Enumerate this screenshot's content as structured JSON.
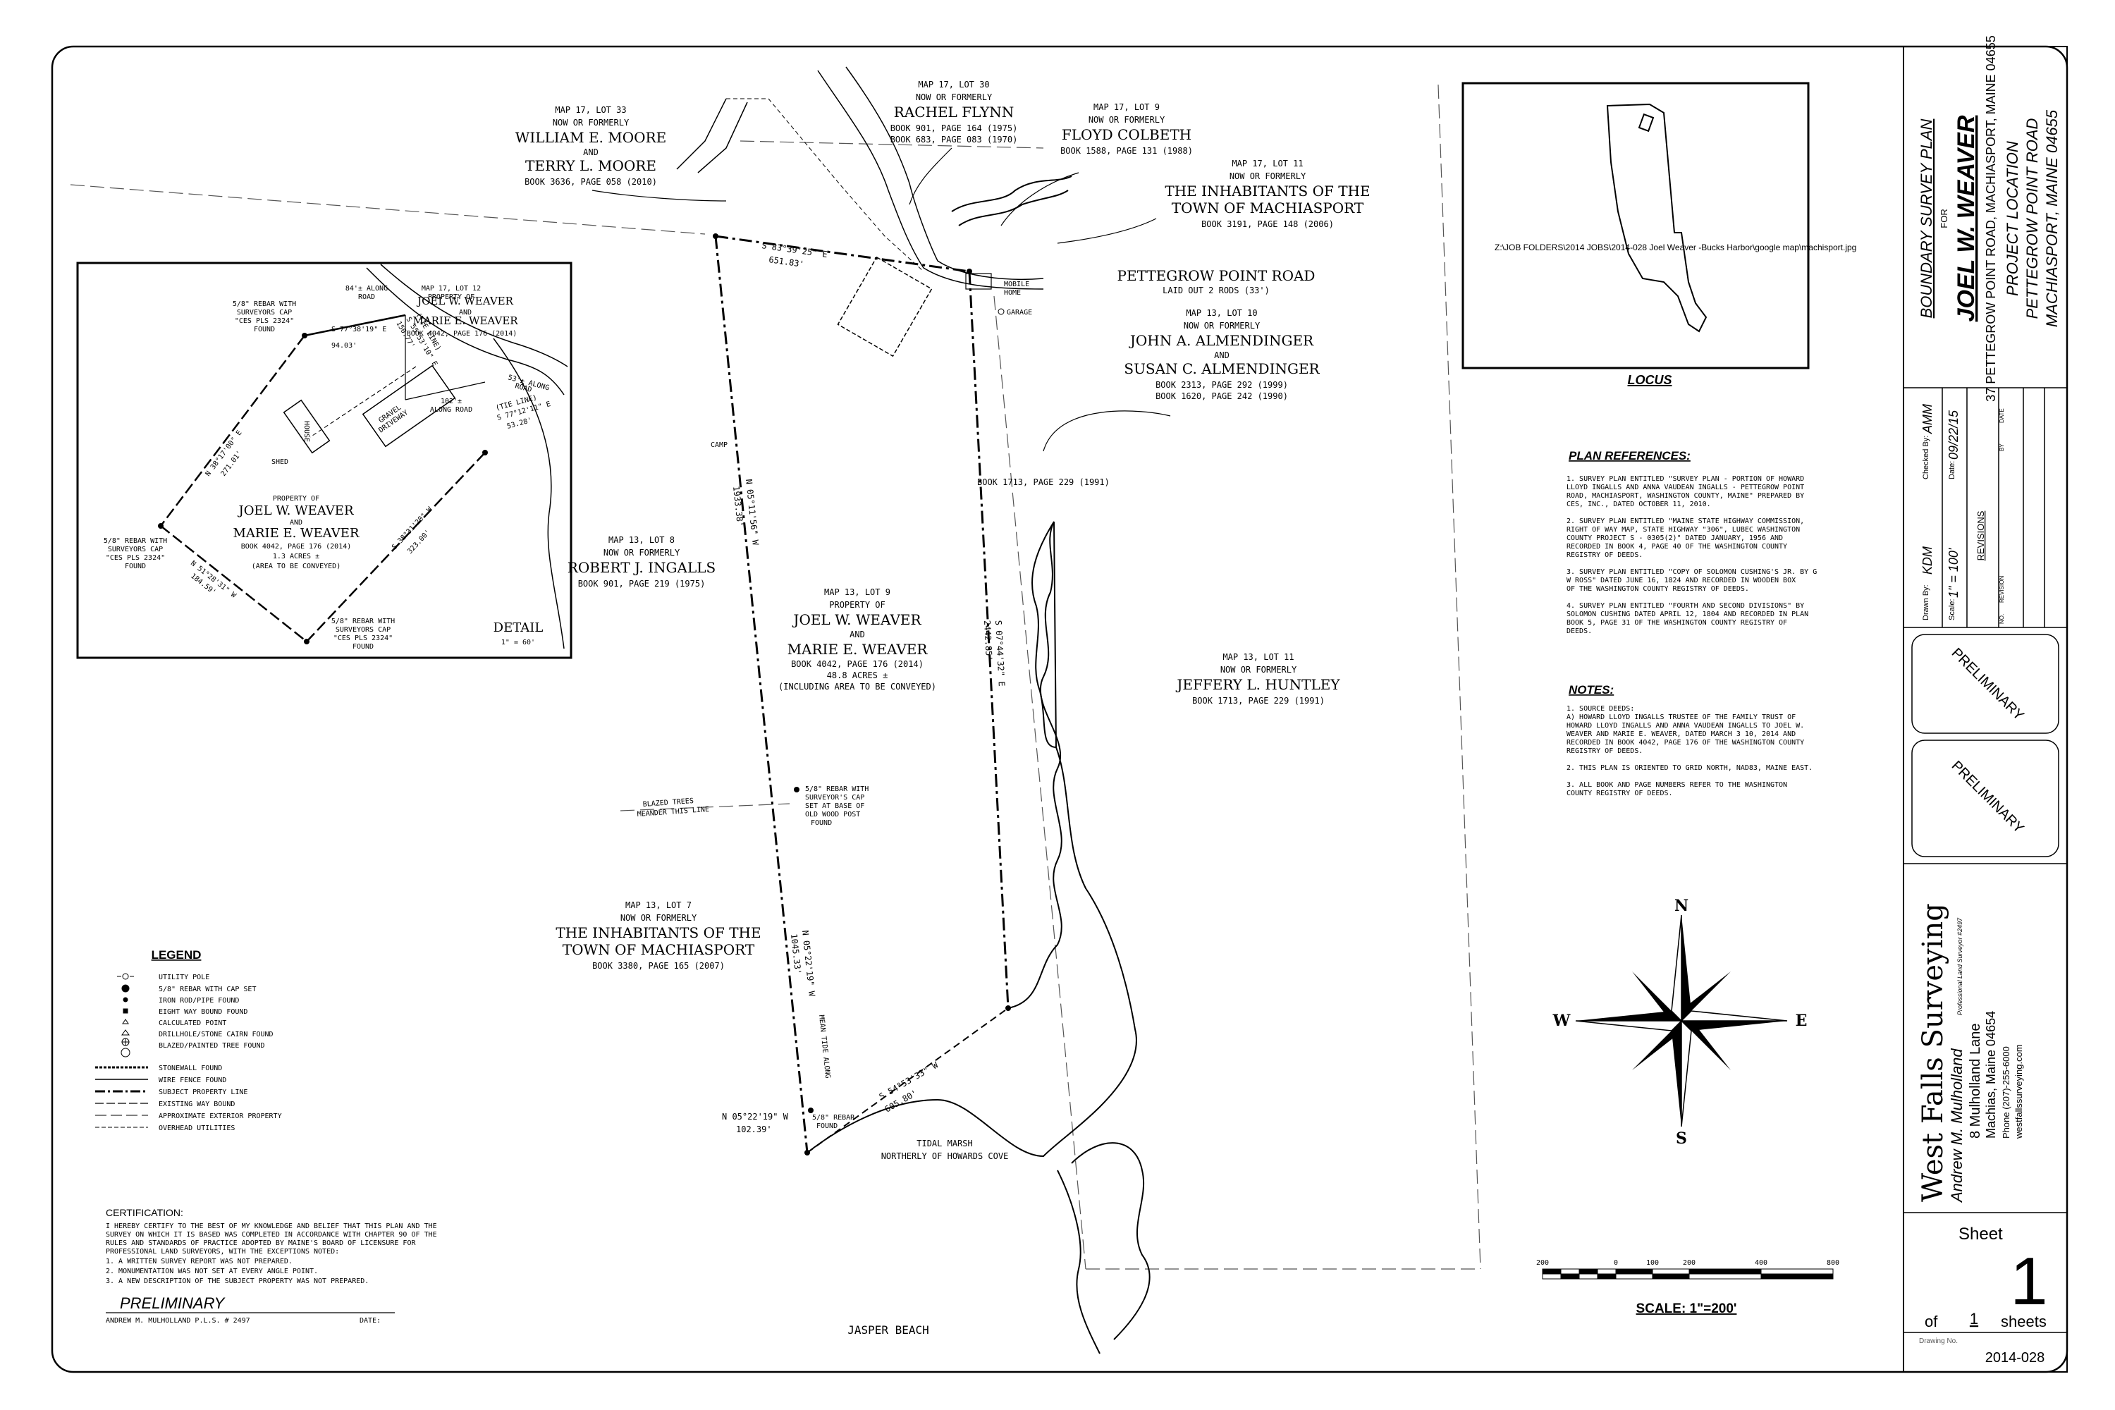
{
  "owners": {
    "moore": {
      "lot": "MAP 17, LOT 33",
      "nof": "NOW OR FORMERLY",
      "name1": "WILLIAM E. MOORE",
      "and": "AND",
      "name2": "TERRY L. MOORE",
      "book": "BOOK 3636, PAGE 058 (2010)"
    },
    "flynn": {
      "lot": "MAP 17, LOT 30",
      "nof": "NOW OR FORMERLY",
      "name1": "RACHEL FLYNN",
      "book1": "BOOK 901, PAGE 164 (1975)",
      "book2": "BOOK 683, PAGE 083 (1970)"
    },
    "colbeth": {
      "lot": "MAP 17, LOT 9",
      "nof": "NOW OR FORMERLY",
      "name1": "FLOYD COLBETH",
      "book": "BOOK 1588, PAGE 131 (1988)"
    },
    "machiasport_n": {
      "lot": "MAP 17, LOT 11",
      "nof": "NOW OR FORMERLY",
      "name1": "THE INHABITANTS OF THE",
      "name2": "TOWN OF MACHIASPORT",
      "book": "BOOK 3191, PAGE 148 (2006)"
    },
    "road": {
      "name": "PETTEGROW POINT ROAD",
      "sub": "LAID OUT 2 RODS (33')"
    },
    "almendinger": {
      "lot": "MAP 13, LOT 10",
      "nof": "NOW OR FORMERLY",
      "name1": "JOHN A. ALMENDINGER",
      "and": "AND",
      "name2": "SUSAN C. ALMENDINGER",
      "book1": "BOOK 2313, PAGE 292 (1999)",
      "book2": "BOOK 1620, PAGE 242 (1990)"
    },
    "ingalls": {
      "lot": "MAP 13, LOT 8",
      "nof": "NOW OR FORMERLY",
      "name1": "ROBERT J. INGALLS",
      "book": "BOOK 901, PAGE 219 (1975)"
    },
    "weaver": {
      "lot": "MAP 13, LOT 9",
      "pof": "PROPERTY OF",
      "name1": "JOEL W. WEAVER",
      "and": "AND",
      "name2": "MARIE E. WEAVER",
      "book": "BOOK 4042, PAGE 176 (2014)",
      "acres": "48.8 ACRES ±",
      "incl": "(INCLUDING AREA TO BE CONVEYED)"
    },
    "huntley": {
      "lot": "MAP 13, LOT 11",
      "nof": "NOW OR FORMERLY",
      "name1": "JEFFERY L. HUNTLEY",
      "book": "BOOK 1713, PAGE 229 (1991)"
    },
    "machiasport_s": {
      "lot": "MAP 13, LOT 7",
      "nof": "NOW OR FORMERLY",
      "name1": "THE INHABITANTS OF THE",
      "name2": "TOWN OF MACHIASPORT",
      "book": "BOOK 3380, PAGE 165 (2007)"
    }
  },
  "plan_labels": {
    "camp": "CAMP",
    "mobile_home": "MOBILE",
    "mobile_home2": "HOME",
    "garage": "GARAGE",
    "book_east": "BOOK 1713, PAGE 229 (1991)",
    "bearing_top": "S 83°39'25\" E",
    "dist_top": "651.83'",
    "bearing_west": "N 05°11'56\" W",
    "dist_west": "1933.38'",
    "bearing_east": "S 07°44'32\" E",
    "dist_east": "2442.85'",
    "bearing_south": "S 54°53'33\" W",
    "dist_south": "605.80'",
    "along_tmp": "MEAN TIDE ALONG",
    "west_lower": "N 05°22'19\" W",
    "dist_west_lower": "1045.33'",
    "bearing_sw": "N 05°22'19\" W",
    "dist_sw": "102.39'",
    "rebar1": "5/8\" REBAR WITH",
    "rebar2": "SURVEYOR'S CAP",
    "rebar3": "SET AT BASE OF",
    "rebar4": "OLD WOOD POST",
    "rebar5": "FOUND",
    "blazed1": "BLAZED TREES",
    "blazed2": "MEANDER THIS LINE",
    "rebar_found1": "5/8\" REBAR",
    "rebar_found2": "FOUND",
    "tidal1": "TIDAL MARSH",
    "tidal2": "NORTHERLY OF HOWARDS COVE",
    "jasper": "JASPER BEACH"
  },
  "detail": {
    "title": "DETAIL",
    "scale": "1\" = 60'",
    "rebar_tl1": "5/8\" REBAR WITH",
    "rebar_tl2": "SURVEYORS CAP",
    "rebar_tl3": "\"CES PLS 2324\"",
    "rebar_tl4": "FOUND",
    "along_road1": "84'± ALONG",
    "along_road2": "ROAD",
    "bearing_top": "S 77°38'19\" E",
    "dist_top": "94.03'",
    "tie1": "(TIE LINE)",
    "tie1b": "S 55°53'10\" E",
    "tie1c": "150.77'",
    "along53a": "53'± ALONG",
    "along53b": "ROAD",
    "along102a": "102'±",
    "along102b": "ALONG ROAD",
    "tie2": "(TIE LINE)",
    "tie2b": "S 77°12'11\" E",
    "tie2c": "53.28'",
    "bearing_left": "N 38°17'00\" E",
    "dist_left": "271.01'",
    "bearing_right": "S 38°31'20\" W",
    "dist_right": "323.00'",
    "bearing_bottom": "N 51°28'31\" W",
    "dist_bottom": "184.59'",
    "rebar_l1": "5/8\" REBAR WITH",
    "rebar_l2": "SURVEYORS CAP",
    "rebar_l3": "\"CES PLS 2324\"",
    "rebar_l4": "FOUND",
    "rebar_b1": "5/8\" REBAR WITH",
    "rebar_b2": "SURVEYORS CAP",
    "rebar_b3": "\"CES PLS 2324\"",
    "rebar_b4": "FOUND",
    "shed": "SHED",
    "house": "HOUSE",
    "gravel": "GRAVEL",
    "drive": "DRIVEWAY",
    "map_lot": "MAP 17, LOT 12",
    "pof": "PROPERTY OF",
    "w1": "JOEL W. WEAVER",
    "and": "AND",
    "w2": "MARIE E. WEAVER",
    "wbook": "BOOK 4042, PAGE 176 (2014)",
    "p_pof": "PROPERTY OF",
    "p1": "JOEL W. WEAVER",
    "p_and": "AND",
    "p2": "MARIE E. WEAVER",
    "pbook": "BOOK 4042, PAGE 176 (2014)",
    "pac": "1.3 ACRES ±",
    "pconv": "(AREA TO BE CONVEYED)"
  },
  "legend": {
    "title": "LEGEND",
    "items": [
      "UTILITY POLE",
      "5/8\" REBAR WITH CAP SET",
      "IRON ROD/PIPE FOUND",
      "EIGHT WAY BOUND FOUND",
      "CALCULATED POINT",
      "DRILLHOLE/STONE CAIRN FOUND",
      "BLAZED/PAINTED TREE FOUND"
    ],
    "lines": [
      "STONEWALL FOUND",
      "WIRE FENCE FOUND",
      "SUBJECT PROPERTY LINE",
      "EXISTING WAY BOUND",
      "APPROXIMATE EXTERIOR PROPERTY",
      "OVERHEAD UTILITIES"
    ]
  },
  "certification": {
    "title": "CERTIFICATION:",
    "lines": [
      "I HEREBY CERTIFY TO THE BEST OF MY KNOWLEDGE AND BELIEF THAT THIS PLAN AND THE",
      "SURVEY ON WHICH IT IS BASED WAS COMPLETED IN ACCORDANCE WITH CHAPTER 90 OF THE",
      "RULES AND STANDARDS OF PRACTICE ADOPTED BY MAINE'S BOARD OF LICENSURE FOR",
      "PROFESSIONAL LAND SURVEYORS, WITH THE EXCEPTIONS NOTED:",
      "1. A WRITTEN SURVEY REPORT WAS NOT PREPARED.",
      "2. MONUMENTATION WAS NOT SET AT EVERY ANGLE POINT.",
      "3. A NEW DESCRIPTION OF THE SUBJECT PROPERTY WAS NOT PREPARED."
    ],
    "prelim": "PRELIMINARY",
    "signer": "ANDREW M. MULHOLLAND   P.L.S. # 2497",
    "date": "DATE:"
  },
  "locus": {
    "title": "LOCUS",
    "path": "Z:\\JOB FOLDERS\\2014 JOBS\\2014-028 Joel Weaver -Bucks Harbor\\google map\\machisport.jpg"
  },
  "references": {
    "title": "PLAN REFERENCES:",
    "items": [
      [
        "1. SURVEY PLAN ENTITLED \"SURVEY PLAN - PORTION OF HOWARD",
        "LLOYD INGALLS AND ANNA VAUDEAN INGALLS - PETTEGROW POINT",
        "ROAD, MACHIASPORT, WASHINGTON COUNTY, MAINE\" PREPARED BY",
        "CES, INC., DATED OCTOBER 11, 2010."
      ],
      [
        "2. SURVEY PLAN ENTITLED \"MAINE STATE HIGHWAY COMMISSION,",
        "RIGHT OF WAY MAP, STATE HIGHWAY \"306\", LUBEC WASHINGTON",
        "COUNTY PROJECT S - 0305(2)\" DATED JANUARY, 1956 AND",
        "RECORDED IN BOOK 4, PAGE 40 OF THE WASHINGTON COUNTY",
        "REGISTRY OF DEEDS."
      ],
      [
        "3. SURVEY PLAN ENTITLED \"COPY OF SOLOMON CUSHING'S JR. BY G",
        "W ROSS\" DATED JUNE 16, 1824 AND RECORDED IN WOODEN BOX",
        "OF THE WASHINGTON COUNTY REGISTRY OF DEEDS."
      ],
      [
        "4. SURVEY PLAN ENTITLED \"FOURTH AND SECOND DIVISIONS\" BY",
        "SOLOMON CUSHING DATED APRIL 12, 1804 AND RECORDED IN PLAN",
        "BOOK 5, PAGE 31 OF THE WASHINGTON COUNTY REGISTRY OF",
        "DEEDS."
      ]
    ]
  },
  "notes": {
    "title": "NOTES:",
    "items": [
      [
        "1. SOURCE DEEDS:",
        "A) HOWARD LLOYD INGALLS TRUSTEE OF THE FAMILY TRUST OF",
        "HOWARD LLOYD INGALLS AND ANNA VAUDEAN INGALLS TO JOEL W.",
        "WEAVER AND MARIE E. WEAVER, DATED MARCH 3 10, 2014 AND",
        "RECORDED IN BOOK 4042, PAGE 176 OF THE WASHINGTON COUNTY",
        "REGISTRY OF DEEDS."
      ],
      [
        "2. THIS PLAN IS ORIENTED TO GRID NORTH, NAD83, MAINE EAST."
      ],
      [
        "3. ALL BOOK AND PAGE NUMBERS REFER TO THE WASHINGTON",
        "COUNTY REGISTRY OF DEEDS."
      ]
    ]
  },
  "compass": {
    "n": "N",
    "s": "S",
    "e": "E",
    "w": "W"
  },
  "scalebar": {
    "ticks": [
      "200",
      "0",
      "100",
      "200",
      "400",
      "800"
    ],
    "label": "SCALE: 1\"=200'"
  },
  "titleblock": {
    "t1": "BOUNDARY SURVEY PLAN",
    "t2": "FOR",
    "t3": "JOEL W. WEAVER",
    "t4": "37 PETTEGROW POINT ROAD, MACHIASPORT, MAINE  04655",
    "t5": "PROJECT LOCATION",
    "t6": "PETTEGROW POINT ROAD",
    "t7": "MACHIASPORT, MAINE  04655",
    "drawn_lbl": "Drawn By:",
    "drawn": "KDM",
    "checked_lbl": "Checked By:",
    "checked": "AMM",
    "scale_lbl": "Scale:",
    "scale": "1\" = 100'",
    "date_lbl": "Date:",
    "date": "09/22/15",
    "revisions": "REVISIONS",
    "no": "NO.",
    "revision": "REVISION",
    "by": "BY",
    "rdate": "DATE",
    "stamp1": "PRELIMINARY",
    "stamp2": "PRELIMINARY",
    "firm": "West Falls Surveying",
    "surveyor": "Andrew M. Mulholland",
    "pls": "Professional Land Surveyor #2497",
    "addr1": "8 Mulholland Lane",
    "addr2": "Machias, Maine 04654",
    "phone": "Phone (207)-255-6000",
    "web": "westfallssurveying.com",
    "sheet_lbl": "Sheet",
    "sheet": "1",
    "of": "of",
    "of_num": "1",
    "sheets": "sheets",
    "drawing_lbl": "Drawing No.",
    "drawing": "2014-028"
  }
}
